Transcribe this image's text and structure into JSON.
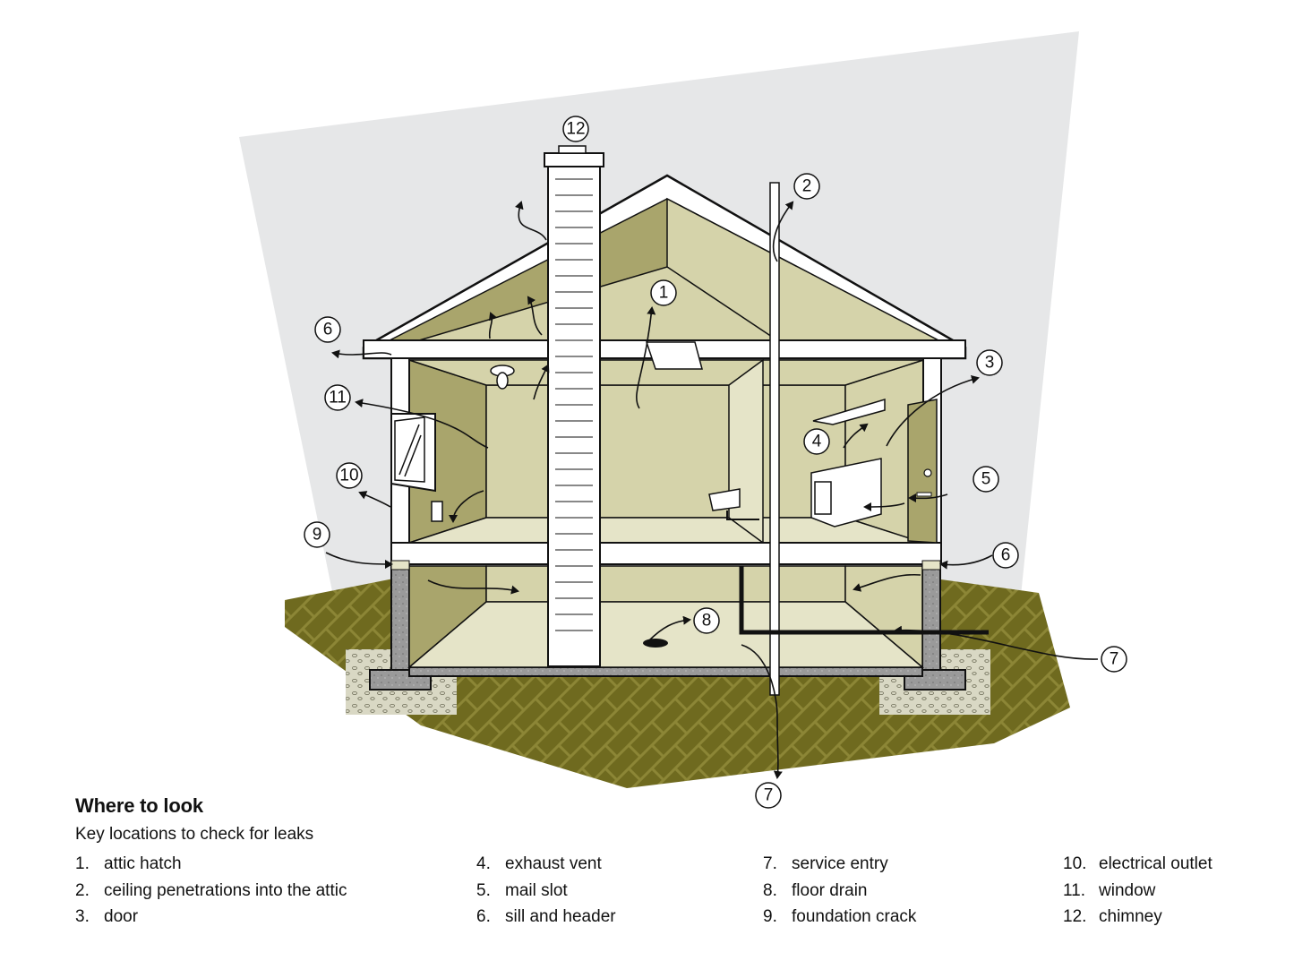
{
  "legend": {
    "title": "Where to look",
    "subtitle": "Key locations to check for leaks",
    "items": [
      {
        "num": "1.",
        "label": "attic hatch"
      },
      {
        "num": "2.",
        "label": "ceiling penetrations into the attic"
      },
      {
        "num": "3.",
        "label": "door"
      },
      {
        "num": "4.",
        "label": "exhaust vent"
      },
      {
        "num": "5.",
        "label": "mail slot"
      },
      {
        "num": "6.",
        "label": "sill and header"
      },
      {
        "num": "7.",
        "label": "service entry"
      },
      {
        "num": "8.",
        "label": "floor drain"
      },
      {
        "num": "9.",
        "label": "foundation crack"
      },
      {
        "num": "10.",
        "label": "electrical outlet"
      },
      {
        "num": "11.",
        "label": "window"
      },
      {
        "num": "12.",
        "label": "chimney"
      }
    ]
  },
  "callouts": {
    "c1": "1",
    "c2": "2",
    "c3": "3",
    "c4": "4",
    "c5": "5",
    "c6a": "6",
    "c6b": "6",
    "c7a": "7",
    "c7b": "7",
    "c8": "8",
    "c9": "9",
    "c10": "10",
    "c11": "11",
    "c12": "12"
  },
  "colors": {
    "sky": "#e6e7e8",
    "ground": "#6f6a1f",
    "wall_dark": "#a9a56c",
    "wall_light": "#d5d3aa",
    "floor": "#e5e4c8",
    "outline": "#111111"
  }
}
